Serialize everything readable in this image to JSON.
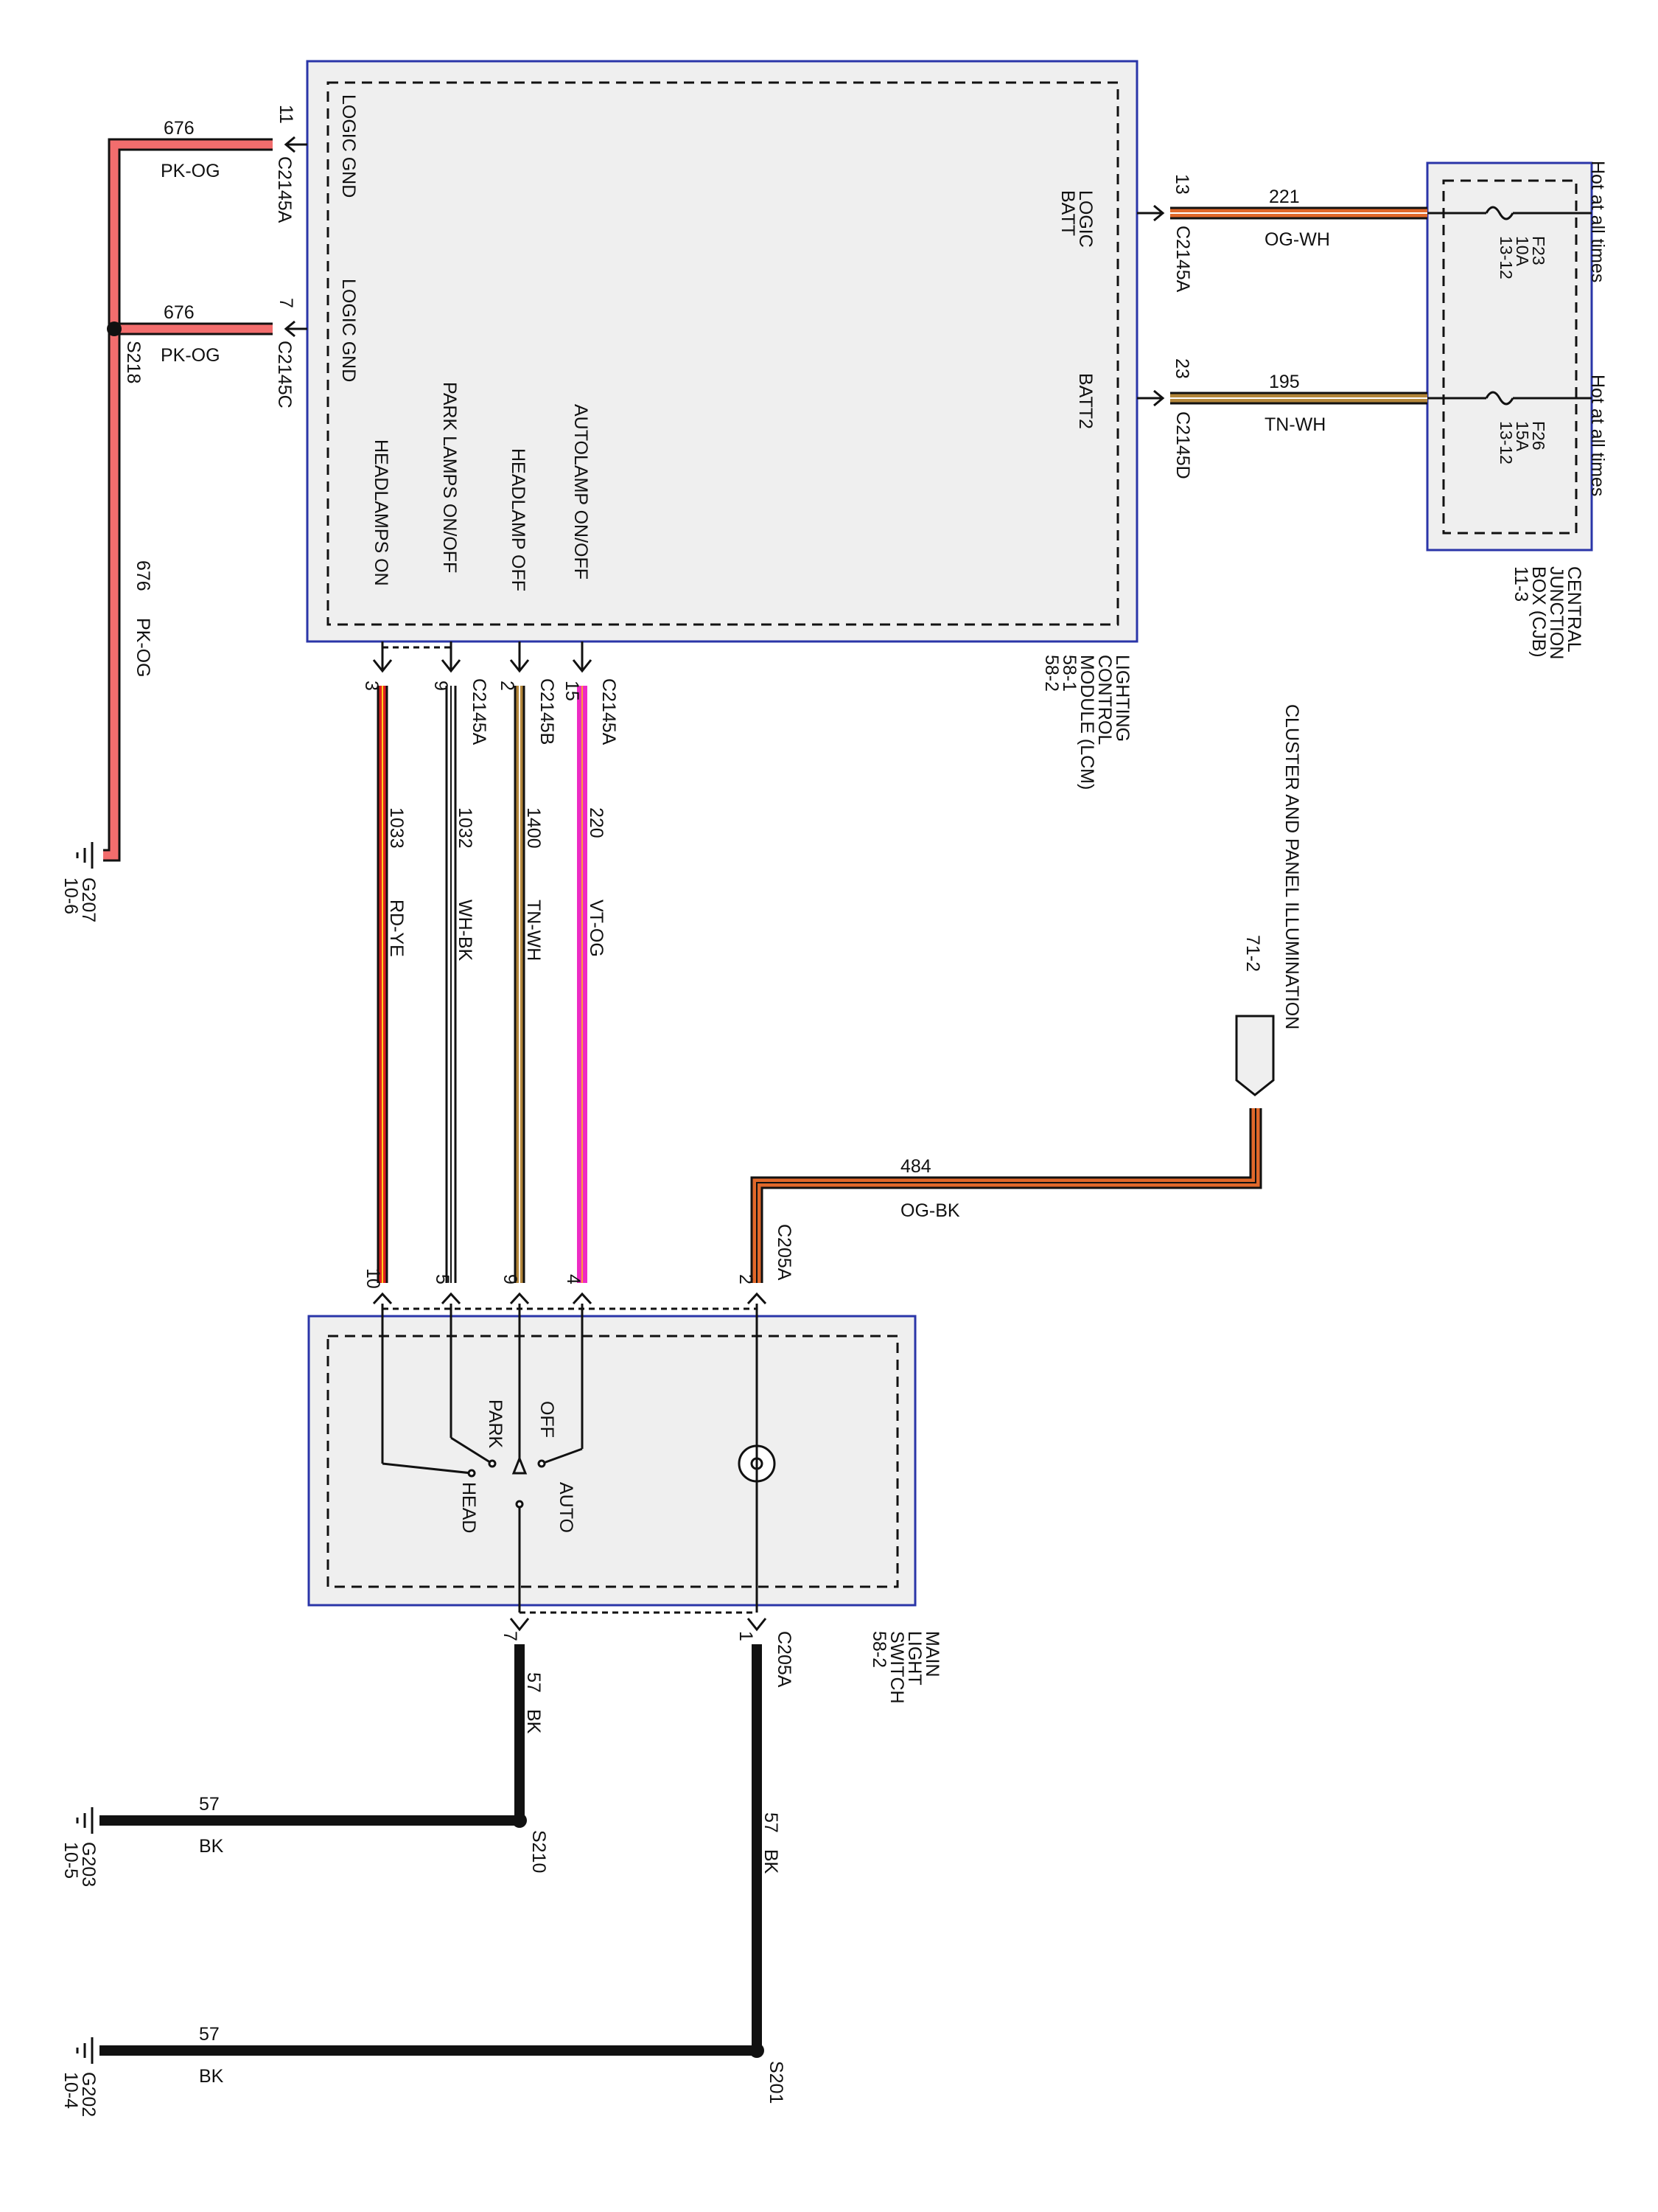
{
  "lcm": {
    "label": [
      "LIGHTING",
      "CONTROL",
      "MODULE (LCM)",
      "58-1",
      "58-2"
    ],
    "pin_logic_gnd_1": "LOGIC GND",
    "pin_logic_gnd_2": "LOGIC GND",
    "pin_headlamps_on": "HEADLAMPS ON",
    "pin_park_lamps": "PARK LAMPS ON/OFF",
    "pin_headlamp_off": "HEADLAMP OFF",
    "pin_autolamp": "AUTOLAMP ON/OFF",
    "pin_logic_batt": [
      "LOGIC",
      "BATT"
    ],
    "pin_batt2": "BATT2"
  },
  "cjb": {
    "label": [
      "CENTRAL",
      "JUNCTION",
      "BOX (CJB)",
      "11-3"
    ],
    "fuse_f23": [
      "F23",
      "10A",
      "13-12"
    ],
    "fuse_f26": [
      "F26",
      "15A",
      "13-12"
    ],
    "hot_1": "Hot at all times",
    "hot_2": "Hot at all times"
  },
  "switch": {
    "label": [
      "MAIN",
      "LIGHT",
      "SWITCH",
      "58-2"
    ],
    "pos_off": "OFF",
    "pos_park": "PARK",
    "pos_head": "HEAD",
    "pos_auto": "AUTO"
  },
  "cluster": {
    "label": "CLUSTER AND PANEL ILLUMINATION",
    "ref": "71-2"
  },
  "connectors": {
    "c2145a_11": {
      "pin": "11",
      "name": "C2145A"
    },
    "c2145c_7": {
      "pin": "7",
      "name": "C2145C"
    },
    "c2145a_13": {
      "pin": "13",
      "name": "C2145A"
    },
    "c2145d_23": {
      "pin": "23",
      "name": "C2145D"
    },
    "c2145a_3": {
      "pin": "3"
    },
    "c2145a_9": {
      "pin": "9",
      "name": "C2145A"
    },
    "c2145b_2": {
      "pin": "2",
      "name": "C2145B"
    },
    "c2145a_15": {
      "pin": "15",
      "name": "C2145A"
    },
    "c205a_10": {
      "pin": "10"
    },
    "c205a_5": {
      "pin": "5"
    },
    "c205a_9": {
      "pin": "9"
    },
    "c205a_4": {
      "pin": "4"
    },
    "c205a_2": {
      "pin": "2",
      "name": "C205A"
    },
    "c205a_7": {
      "pin": "7"
    },
    "c205a_1": {
      "pin": "1",
      "name": "C205A"
    }
  },
  "wires": {
    "w676_top": {
      "circuit": "676",
      "color": "PK-OG"
    },
    "w676_mid": {
      "circuit": "676",
      "color": "PK-OG"
    },
    "w676_vert": {
      "circuit": "676",
      "color": "PK-OG"
    },
    "w221": {
      "circuit": "221",
      "color": "OG-WH"
    },
    "w195": {
      "circuit": "195",
      "color": "TN-WH"
    },
    "w1033": {
      "circuit": "1033",
      "color": "RD-YE"
    },
    "w1032": {
      "circuit": "1032",
      "color": "WH-BK"
    },
    "w1400": {
      "circuit": "1400",
      "color": "TN-WH"
    },
    "w220": {
      "circuit": "220",
      "color": "VT-OG"
    },
    "w484": {
      "circuit": "484",
      "color": "OG-BK"
    },
    "w57_sw7": {
      "circuit": "57",
      "color": "BK"
    },
    "w57_s210": {
      "circuit": "57",
      "color": "BK"
    },
    "w57_sw1": {
      "circuit": "57",
      "color": "BK"
    },
    "w57_s201": {
      "circuit": "57",
      "color": "BK"
    }
  },
  "splices": {
    "s218": "S218",
    "s210": "S210",
    "s201": "S201"
  },
  "grounds": {
    "g207": [
      "G207",
      "10-6"
    ],
    "g203": [
      "G203",
      "10-5"
    ],
    "g202": [
      "G202",
      "10-4"
    ]
  },
  "colors": {
    "box_border": "#2a35a8",
    "box_fill": "#efefef",
    "pink_wire": "#f26d6d",
    "orange_wire": "#e0682a",
    "tan_wire": "#b3863a",
    "red_wire": "#e02020",
    "violet_wire": "#ee2bc4",
    "black_wire": "#111111"
  }
}
